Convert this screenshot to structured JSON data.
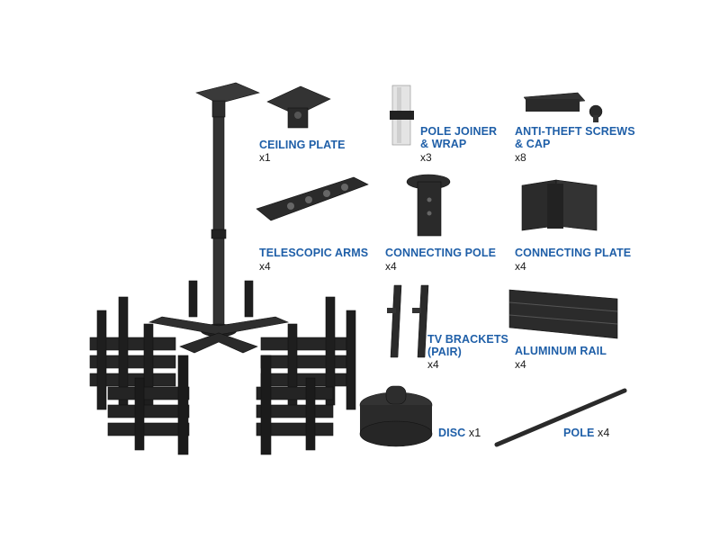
{
  "parts": {
    "ceiling_plate": {
      "name": "CEILING PLATE",
      "qty": "x1"
    },
    "pole_joiner": {
      "name_line1": "POLE JOINER",
      "name_line2": "& WRAP",
      "qty": "x3"
    },
    "anti_theft": {
      "name_line1": "ANTI-THEFT SCREWS",
      "name_line2": "& CAP",
      "qty": "x8"
    },
    "telescopic_arms": {
      "name": "TELESCOPIC ARMS",
      "qty": "x4"
    },
    "connecting_pole": {
      "name": "CONNECTING POLE",
      "qty": "x4"
    },
    "connecting_plate": {
      "name": "CONNECTING PLATE",
      "qty": "x4"
    },
    "tv_brackets": {
      "name_line1": "TV BRACKETS",
      "name_line2": "(PAIR)",
      "qty": "x4"
    },
    "aluminum_rail": {
      "name": "ALUMINUM RAIL",
      "qty": "x4"
    },
    "disc": {
      "name": "DISC",
      "qty": "x1"
    },
    "pole": {
      "name": "POLE",
      "qty": "x4"
    }
  },
  "colors": {
    "label": "#1f5fa8",
    "metal": "#2a2a2a"
  }
}
